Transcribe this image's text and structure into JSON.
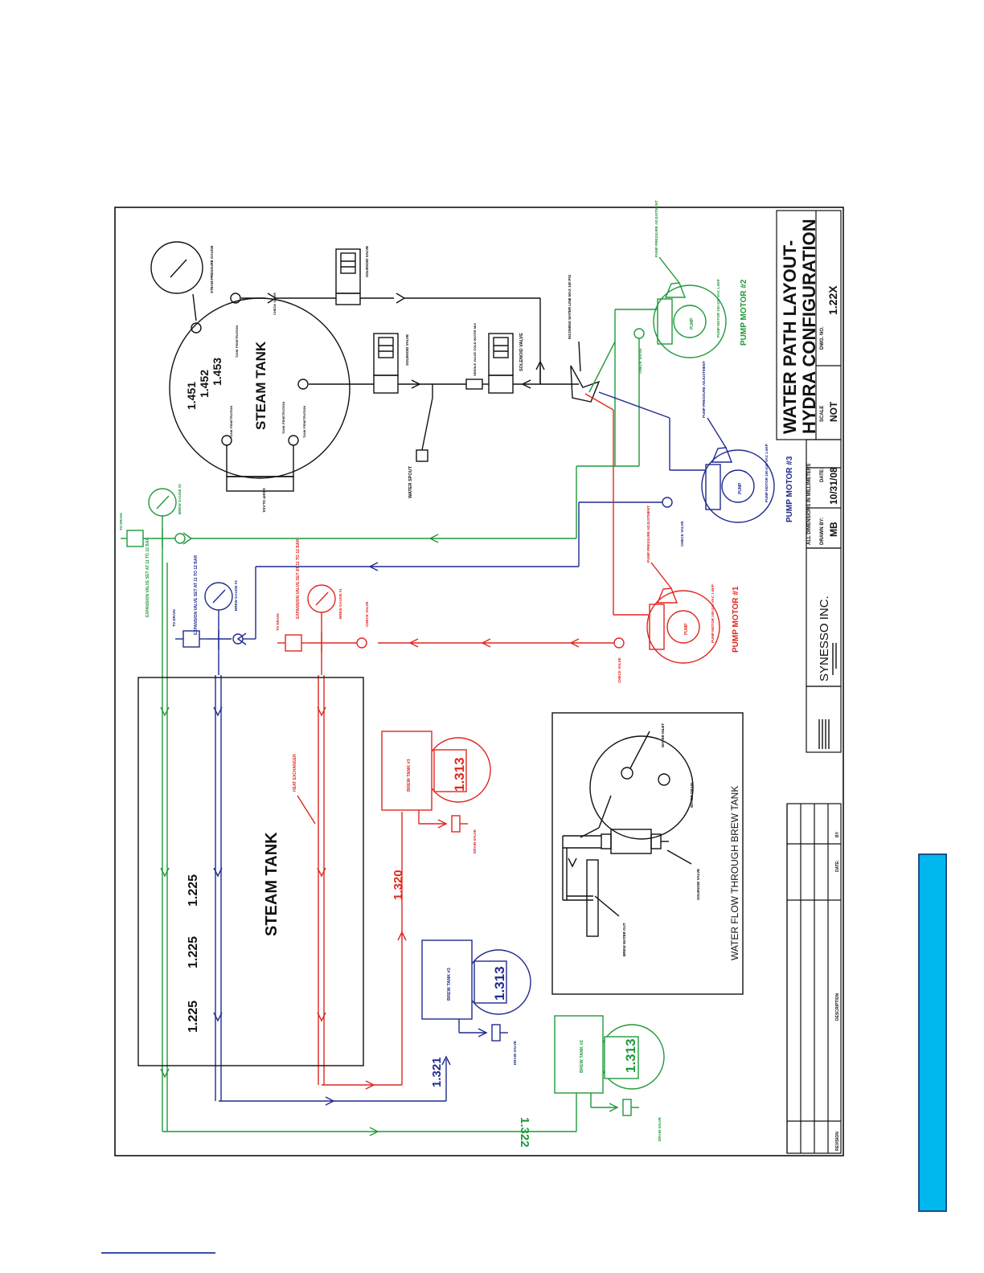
{
  "title": {
    "line1": "WATER PATH LAYOUT-",
    "line2": "HYDRA CONFIGURATION",
    "scale_label": "SCALE",
    "scale_value": "NOT",
    "dwg_label": "DWG. NO.",
    "dwg_value": "1.22X",
    "all_dims": "ALL DIMENSIONS IN MILLIMETERS",
    "drawn_by_label": "DRAWN BY:",
    "drawn_by_value": "MB",
    "date_label": "DATE:",
    "date_value": "10/31/08",
    "company": "SYNESSO INC."
  },
  "revision_table": {
    "revision": "REVISION",
    "description": "DESCRIPTION",
    "date": "DATE:",
    "by": "BY"
  },
  "steam_circle": {
    "label": "STEAM TANK",
    "codes": [
      "1.451",
      "1.452",
      "1.453"
    ],
    "pressure_gauge": "STEAM PRESSURE GAUGE",
    "solenoid_top": "SOLENOID VALVE",
    "check_valve": "CHECK VALVE",
    "tank_penetration": "TANK PENETRATION",
    "sight_glass": "SIGHT GLASS"
  },
  "water_spout": "WATER SPOUT",
  "solenoid_mid": "SOLENOID VALVE",
  "needle_valve": "NEEDLE VALVE COLD WATER MIX",
  "solenoid_right": "SOLENOID VALVE",
  "incoming": "INCOMING WATER LINE MAX 100 PSI",
  "pump2": {
    "name": "PUMP MOTOR #2",
    "pressure": "PUMP PRESSURE ADJUSTMENT",
    "pump": "PUMP",
    "motor": "PUMP MOTOR 100-240 VAC 1.6KP",
    "check": "CHECK VALVE"
  },
  "pump3": {
    "name": "PUMP MOTOR #3",
    "pressure": "PUMP PRESSURE ADJUSTMENT",
    "pump": "PUMP",
    "motor": "PUMP MOTOR 100-240 VAC 1.6KP",
    "check": "CHECK VALVE"
  },
  "pump1": {
    "name": "PUMP MOTOR #1",
    "pressure": "PUMP PRESSURE ADJUSTMENT",
    "pump": "PUMP",
    "motor": "PUMP MOTOR 100-240 VAC 1.6KP",
    "check": "CHECK VALVE"
  },
  "green_branch": {
    "gauge": "BREW GAUGE #2",
    "to_drain": "TO DRAIN",
    "expansion": "EXPANSION VALVE SET AT 11 TO 12 BAR"
  },
  "blue_branch": {
    "gauge": "BREW GAUGE #3",
    "to_drain": "TO DRAIN",
    "expansion": "EXPANSION VALVE SET AT 11 TO 12 BAR"
  },
  "red_branch": {
    "gauge": "BREW GAUGE #1",
    "to_drain": "TO DRAIN",
    "expansion": "EXPANSION VALVE SET AT 11 TO 12 BAR",
    "check": "CHECK VALVE"
  },
  "steam_box": {
    "label": "STEAM TANK",
    "codes": [
      "1.225",
      "1.225",
      "1.225"
    ],
    "heat_exchanger": "HEAT EXCHANGER"
  },
  "brew1": {
    "label": "BREW TANK #1",
    "code": "1.313",
    "drain": "DRAIN VALVE"
  },
  "brew3": {
    "label": "BREW TANK #3",
    "code": "1.313",
    "drain": "DRAIN VALVE"
  },
  "brew2": {
    "label": "BREW TANK #2",
    "code": "1.313",
    "drain": "DRAIN VALVE"
  },
  "pipe_codes": {
    "red": "1.320",
    "blue": "1.321",
    "green": "1.322"
  },
  "inset": {
    "title": "WATER FLOW THROUGH BREW TANK",
    "inlet": "WATER INLET",
    "drain": "WATER DRAIN",
    "solenoid": "SOLENOID VALVE",
    "out": "BREW WATER OUT"
  },
  "colors": {
    "red": "#e0261f",
    "green": "#1f9a3a",
    "blue": "#1f2a8f",
    "black": "#111111",
    "tab": "#00b7ee"
  }
}
